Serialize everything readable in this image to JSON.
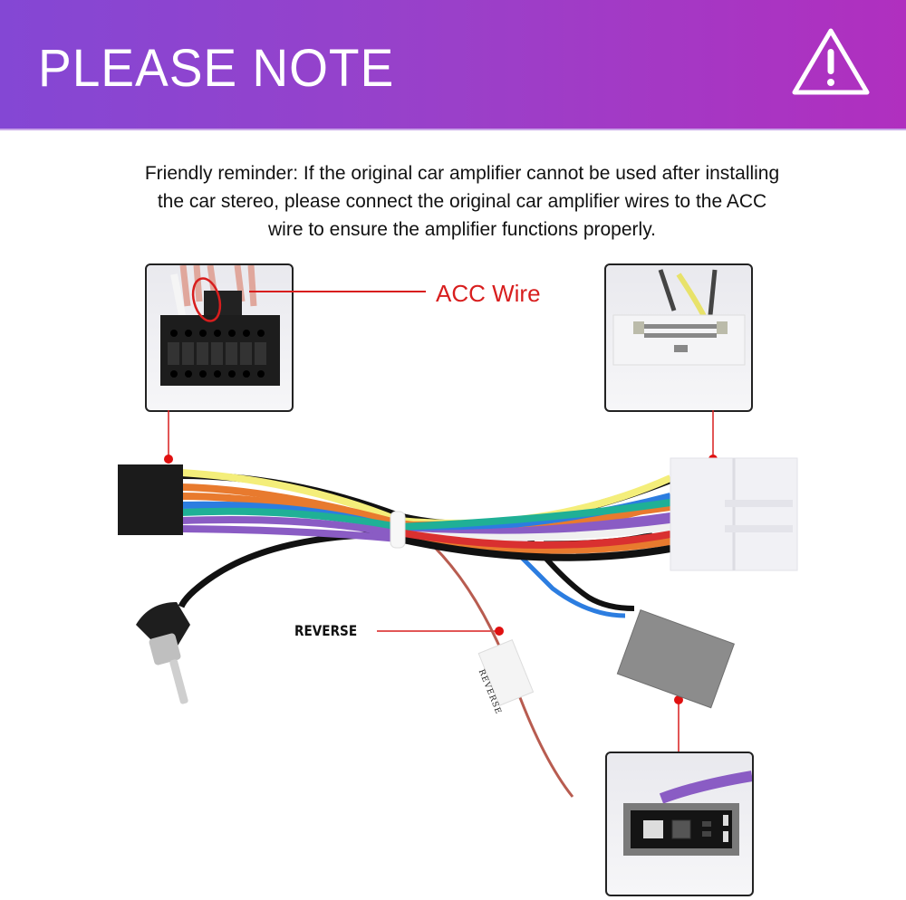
{
  "header": {
    "title": "PLEASE NOTE",
    "icon": "warning-triangle-icon",
    "gradient_start": "#8447d4",
    "gradient_end": "#b02fbf"
  },
  "reminder": {
    "line1": "Friendly reminder: If the original car amplifier cannot be used after installing",
    "line2": "the car stereo, please connect the original car amplifier wires to the ACC",
    "line3": "wire to ensure the amplifier functions properly."
  },
  "callouts": {
    "acc_wire": "ACC Wire",
    "reverse": "REVERSE",
    "reverse_tag": "REVERSE",
    "accent_color": "#d81e1e"
  },
  "photos": {
    "left_connector": "16-pin stereo connector detail",
    "right_connector": "vehicle harness connector detail",
    "bottom_connector": "gray antenna/auxiliary connector detail"
  }
}
